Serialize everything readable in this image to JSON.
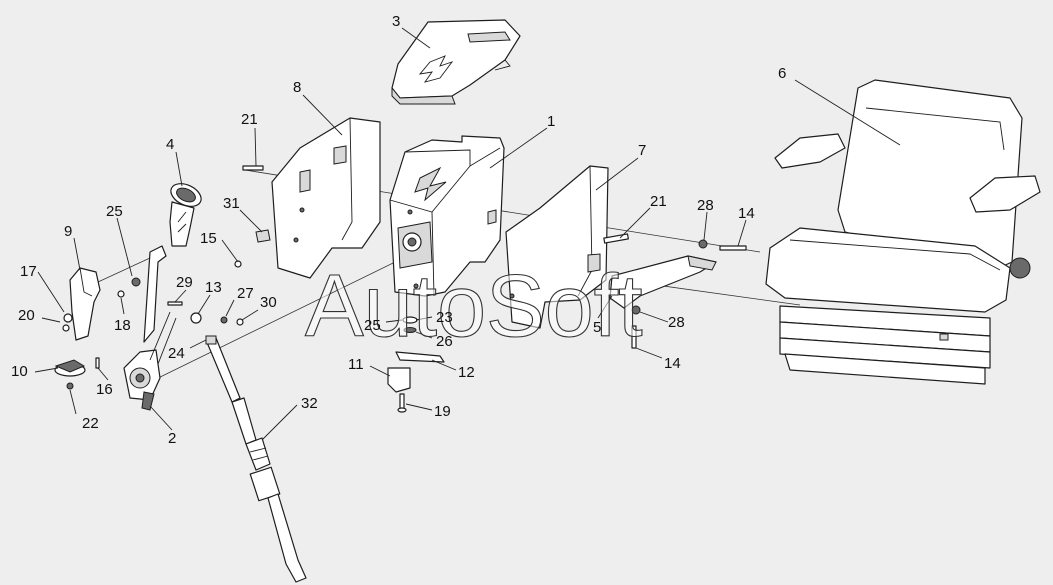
{
  "watermark": "AutoSoft",
  "callouts": [
    {
      "id": "c1",
      "label": "1"
    },
    {
      "id": "c2",
      "label": "2"
    },
    {
      "id": "c3",
      "label": "3"
    },
    {
      "id": "c4",
      "label": "4"
    },
    {
      "id": "c5",
      "label": "5"
    },
    {
      "id": "c6",
      "label": "6"
    },
    {
      "id": "c7",
      "label": "7"
    },
    {
      "id": "c8",
      "label": "8"
    },
    {
      "id": "c9",
      "label": "9"
    },
    {
      "id": "c10",
      "label": "10"
    },
    {
      "id": "c11",
      "label": "11"
    },
    {
      "id": "c12",
      "label": "12"
    },
    {
      "id": "c13",
      "label": "13"
    },
    {
      "id": "c14a",
      "label": "14"
    },
    {
      "id": "c14b",
      "label": "14"
    },
    {
      "id": "c15",
      "label": "15"
    },
    {
      "id": "c16",
      "label": "16"
    },
    {
      "id": "c17",
      "label": "17"
    },
    {
      "id": "c18",
      "label": "18"
    },
    {
      "id": "c19",
      "label": "19"
    },
    {
      "id": "c20",
      "label": "20"
    },
    {
      "id": "c21a",
      "label": "21"
    },
    {
      "id": "c21b",
      "label": "21"
    },
    {
      "id": "c22",
      "label": "22"
    },
    {
      "id": "c23",
      "label": "23"
    },
    {
      "id": "c24",
      "label": "24"
    },
    {
      "id": "c25a",
      "label": "25"
    },
    {
      "id": "c25b",
      "label": "25"
    },
    {
      "id": "c26",
      "label": "26"
    },
    {
      "id": "c27",
      "label": "27"
    },
    {
      "id": "c28a",
      "label": "28"
    },
    {
      "id": "c28b",
      "label": "28"
    },
    {
      "id": "c29",
      "label": "29"
    },
    {
      "id": "c30",
      "label": "30"
    },
    {
      "id": "c31",
      "label": "31"
    },
    {
      "id": "c32",
      "label": "32"
    }
  ]
}
